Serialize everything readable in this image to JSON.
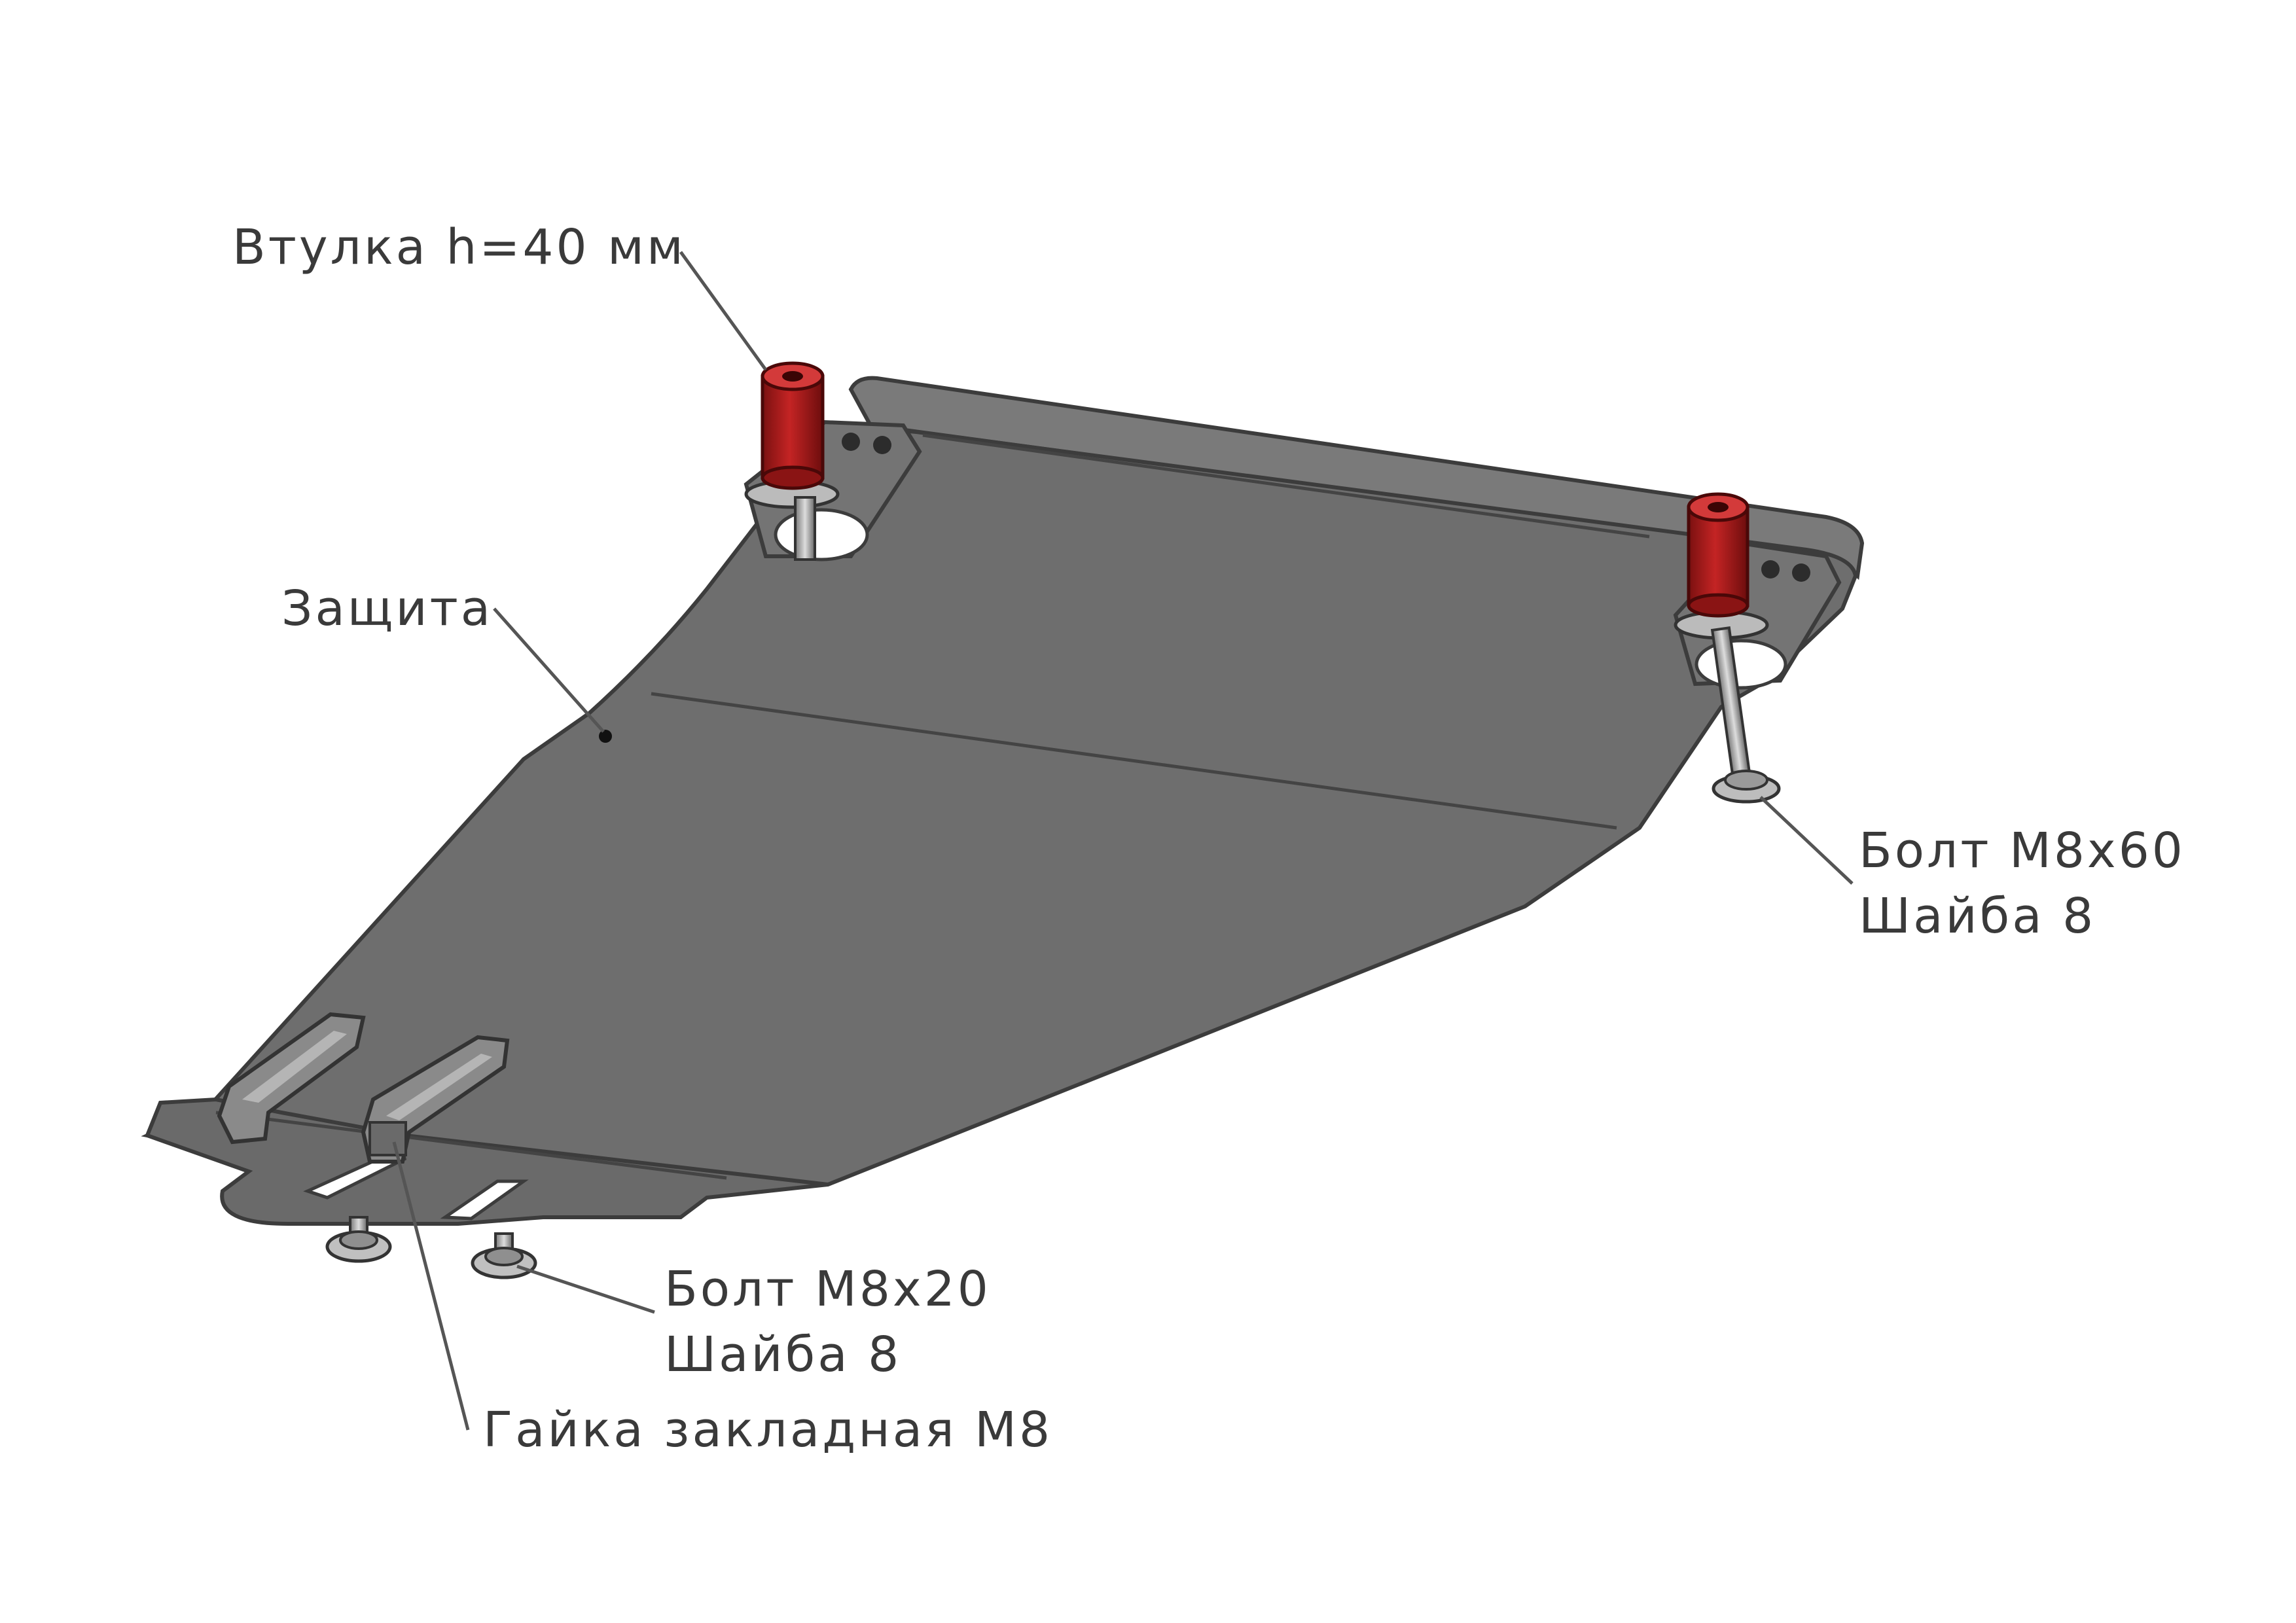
{
  "labels": {
    "sleeve": "Втулка h=40 мм",
    "shield": "Защита",
    "bolt_long_1": "Болт М8x60",
    "bolt_long_2": "Шайба 8",
    "bolt_short_1": "Болт М8x20",
    "bolt_short_2": "Шайба 8",
    "nut": "Гайка закладная М8"
  },
  "colors": {
    "plate": "#6e6e6e",
    "plate_edge": "#3c3c3c",
    "plate_light": "#8a8a8a",
    "sleeve": "#b01e1e",
    "leader": "#555555"
  }
}
